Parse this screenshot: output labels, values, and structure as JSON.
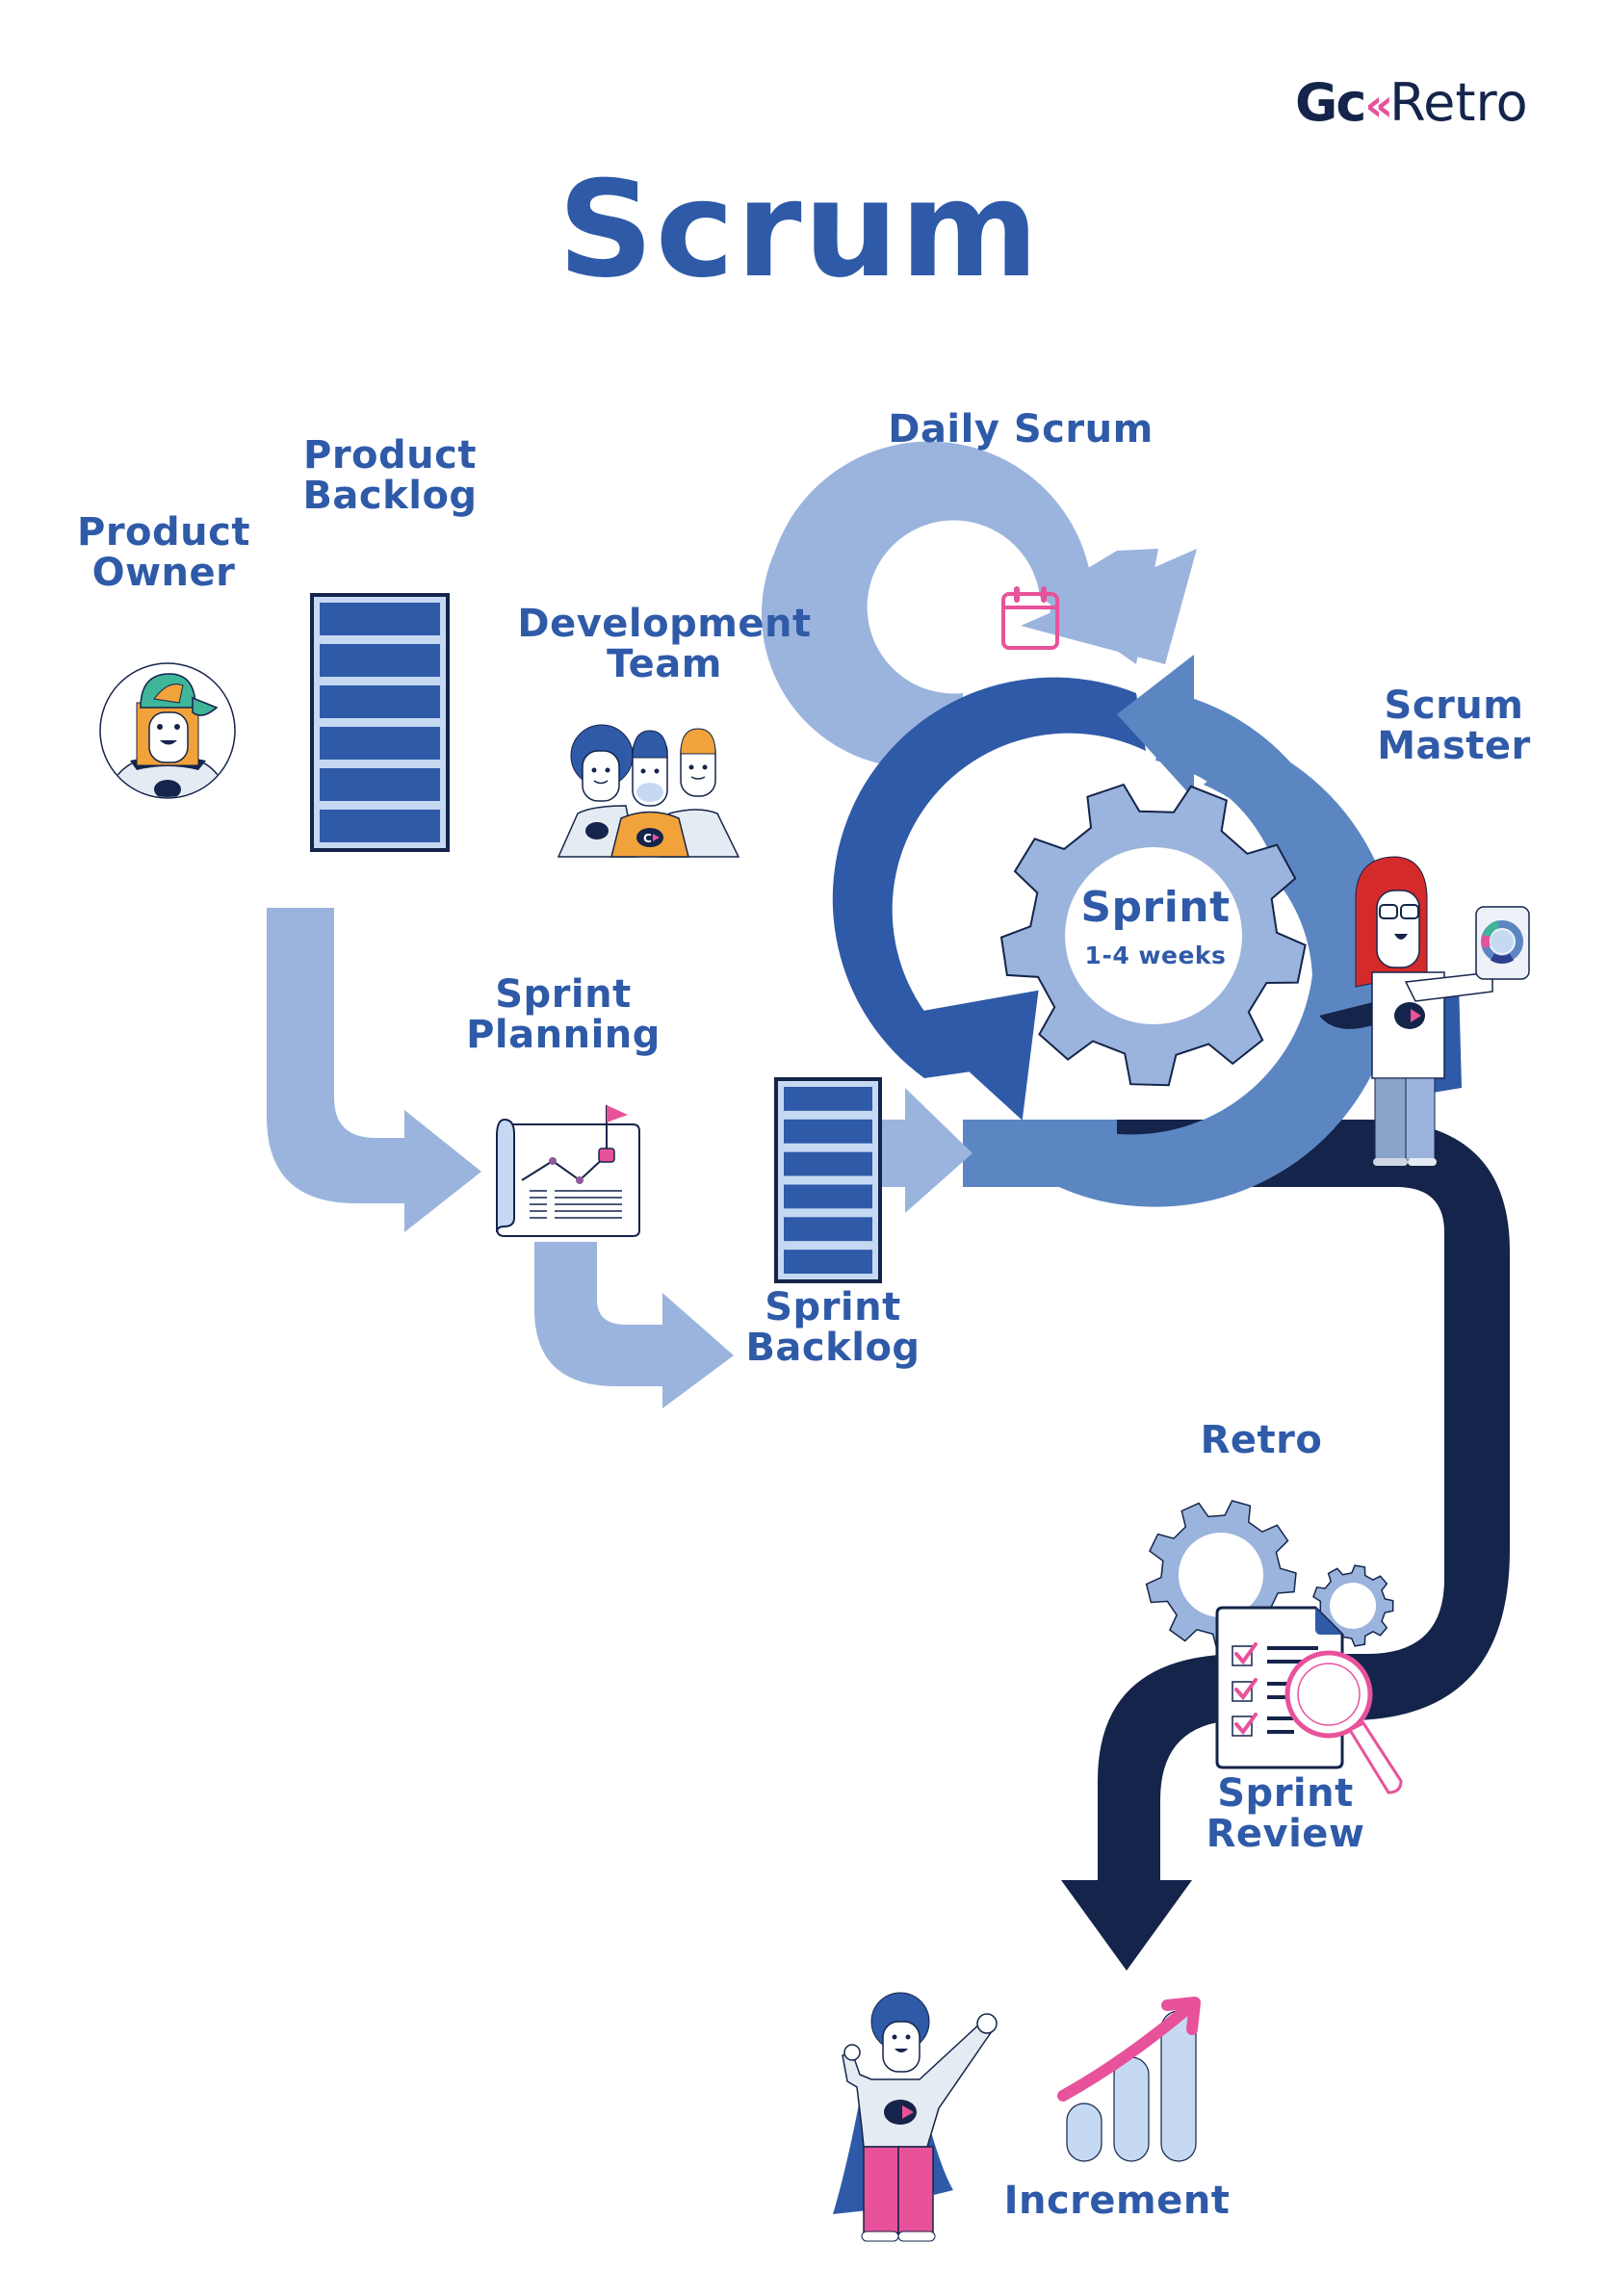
{
  "logo": {
    "brand_go": "Gc",
    "brand_chevrons": "«",
    "brand_retro": "Retro"
  },
  "title": "Scrum",
  "labels": {
    "product_owner": [
      "Product",
      "Owner"
    ],
    "product_backlog": [
      "Product",
      "Backlog"
    ],
    "development_team": [
      "Development",
      "Team"
    ],
    "daily_scrum": "Daily Scrum",
    "scrum_master": [
      "Scrum",
      "Master"
    ],
    "sprint": "Sprint",
    "sprint_duration": "1-4 weeks",
    "sprint_planning": [
      "Sprint",
      "Planning"
    ],
    "sprint_backlog": [
      "Sprint",
      "Backlog"
    ],
    "retro": "Retro",
    "sprint_review": [
      "Sprint",
      "Review"
    ],
    "increment": "Increment"
  },
  "backlogs": {
    "product_backlog_items": 6,
    "sprint_backlog_items": 6
  },
  "colors": {
    "primary_blue": "#2f5aa8",
    "mid_blue": "#5b86c2",
    "light_blue": "#9ab4dd",
    "pale_blue": "#c5d9f3",
    "navy": "#14244a",
    "pink": "#e8529b",
    "orange": "#f2a23a",
    "red_hair": "#d42a2a",
    "teal": "#3fb59a"
  },
  "increment_chart": {
    "bars": 3,
    "trend": "up"
  },
  "review_checklist": {
    "checked_items": 3
  }
}
